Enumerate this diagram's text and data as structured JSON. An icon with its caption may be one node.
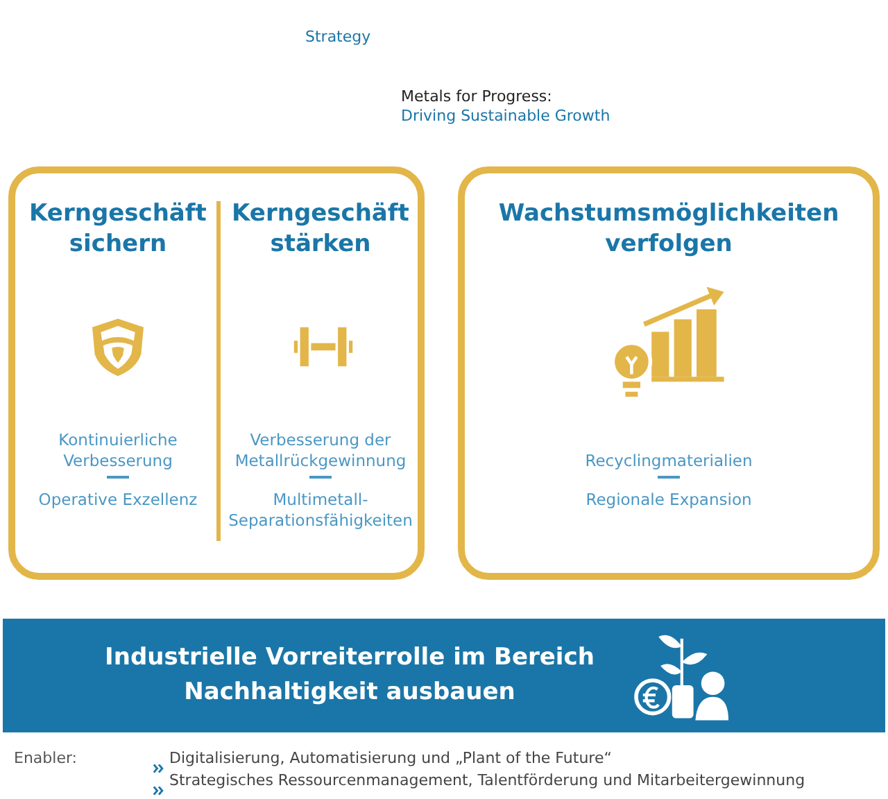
{
  "diagram": {
    "nodes": [
      {
        "text": [
          "Kerngeschäft sichern",
          "Kontinuierliche Verbesserung",
          "Operative Exzellenz",
          "Kerngeschäft stärken",
          "Verbesserung der Metallrückgewinnung",
          "Multimetall-Separationsfähigkeiten"
        ]
      },
      {
        "text": [
          "Wachstumsmöglichkeiten verfolgen",
          "Recyclingmaterialien",
          "Regionale Expansion"
        ]
      },
      {
        "text": [
          "Industrielle Vorreiterrolle im Bereich Nachhaltigkeit ausbauen"
        ]
      }
    ],
    "labels": [
      "Strategy",
      "Metals for Progress:",
      "Driving Sustainable Growth",
      "Enabler:",
      "Digitalisierung, Automatisierung und „Plant of the Future“",
      "Strategisches Ressourcenmanagement, Talentförderung und Mitarbeitergewinnung"
    ]
  }
}
